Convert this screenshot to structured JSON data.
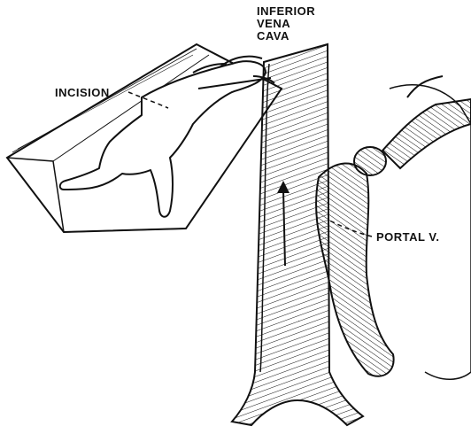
{
  "labels": {
    "inferior_vena_cava": [
      "INFERIOR",
      "VENA",
      "CAVA"
    ],
    "incision": "INCISION",
    "portal_vein": "PORTAL V."
  },
  "colors": {
    "ink": "#111111",
    "background": "#ffffff"
  }
}
